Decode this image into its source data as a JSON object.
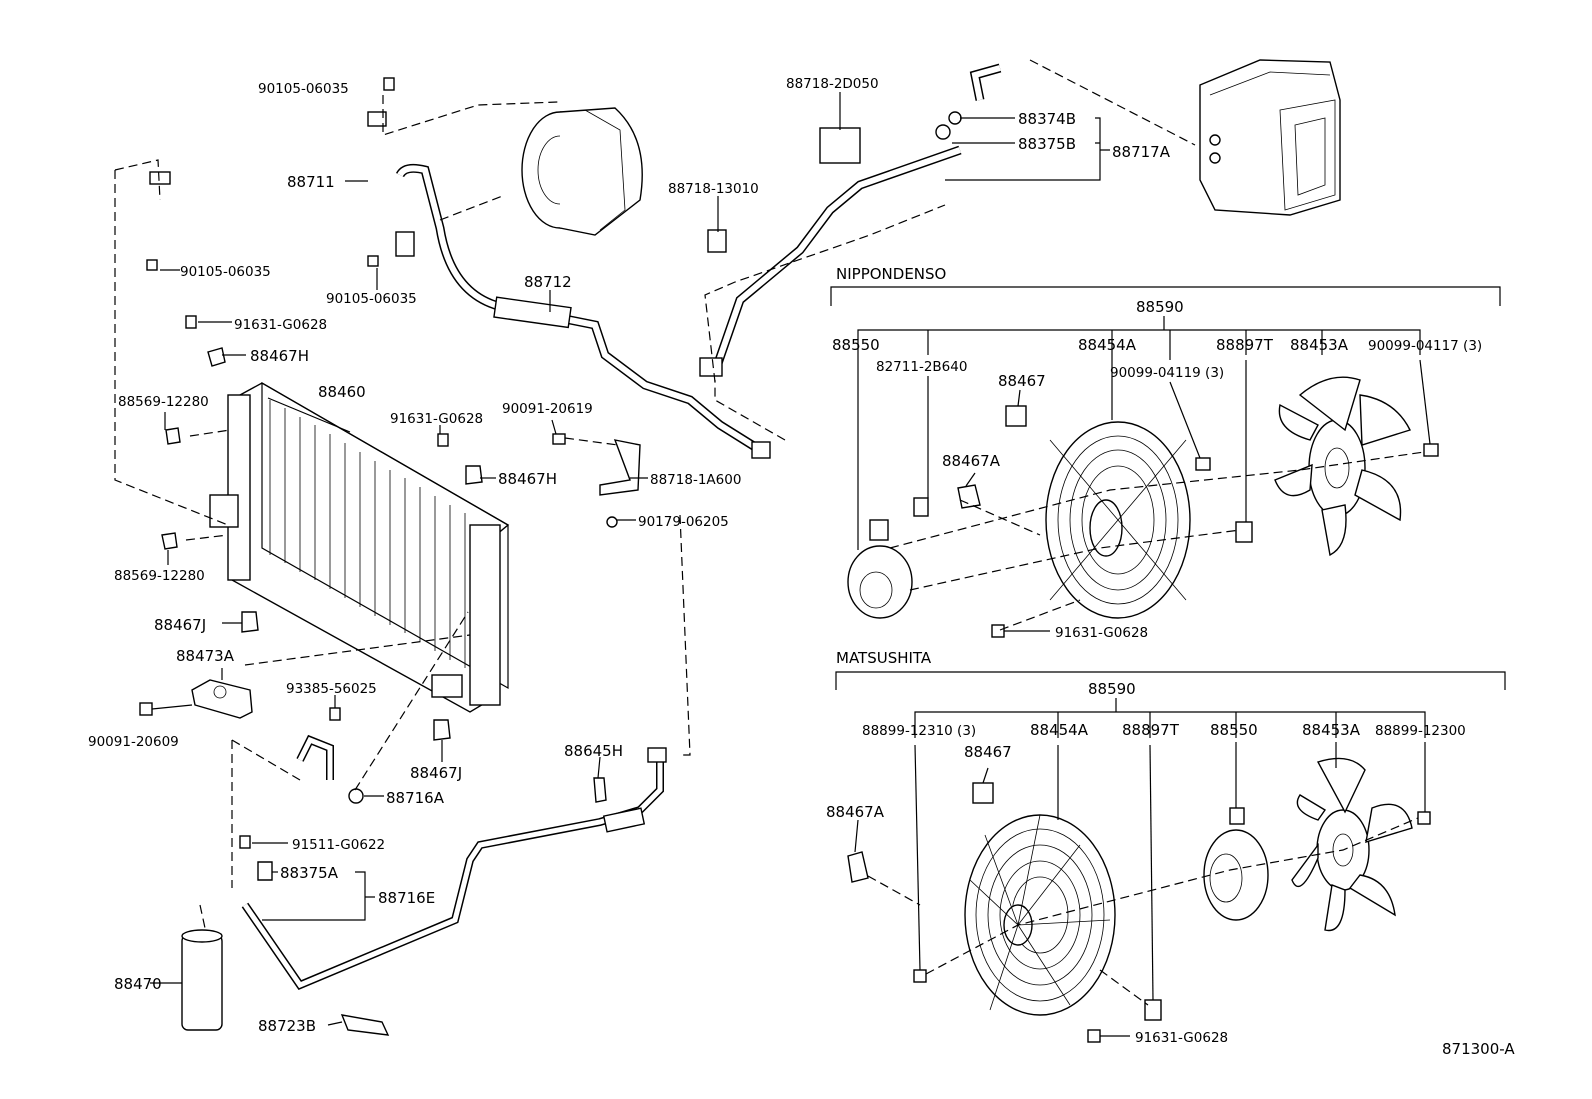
{
  "diagram_code": "871300-A",
  "sections": {
    "nippondenso": "NIPPONDENSO",
    "matsushita": "MATSUSHITA"
  },
  "labels": {
    "l_90105_top": "90105-06035",
    "l_88711": "88711",
    "l_90105_left": "90105-06035",
    "l_90105_mid": "90105-06035",
    "l_88712": "88712",
    "l_88718_13010": "88718-13010",
    "l_88718_2d050": "88718-2D050",
    "l_88374b": "88374B",
    "l_88375b": "88375B",
    "l_88717a": "88717A",
    "l_91631_a": "91631-G0628",
    "l_88467h_a": "88467H",
    "l_88460": "88460",
    "l_88569_a": "88569-12280",
    "l_91631_b": "91631-G0628",
    "l_90091_20619": "90091-20619",
    "l_88467h_b": "88467H",
    "l_88718_1a600": "88718-1A600",
    "l_90179": "90179-06205",
    "l_88569_b": "88569-12280",
    "l_88467j_a": "88467J",
    "l_88473a": "88473A",
    "l_93385": "93385-56025",
    "l_90091_20609": "90091-20609",
    "l_88467j_b": "88467J",
    "l_88716a": "88716A",
    "l_88645h": "88645H",
    "l_91511": "91511-G0622",
    "l_88375a": "88375A",
    "l_88716e": "88716E",
    "l_88470": "88470",
    "l_88723b": "88723B",
    "n_88590": "88590",
    "n_88550": "88550",
    "n_82711": "82711-2B640",
    "n_88454a": "88454A",
    "n_90099_04119": "90099-04119 (3)",
    "n_88897t": "88897T",
    "n_88453a": "88453A",
    "n_90099_04117": "90099-04117 (3)",
    "n_88467": "88467",
    "n_88467a": "88467A",
    "n_91631": "91631-G0628",
    "m_88590": "88590",
    "m_88899_12310": "88899-12310 (3)",
    "m_88454a": "88454A",
    "m_88897t": "88897T",
    "m_88550": "88550",
    "m_88453a": "88453A",
    "m_88899_12300": "88899-12300",
    "m_88467": "88467",
    "m_88467a": "88467A",
    "m_91631": "91631-G0628"
  }
}
